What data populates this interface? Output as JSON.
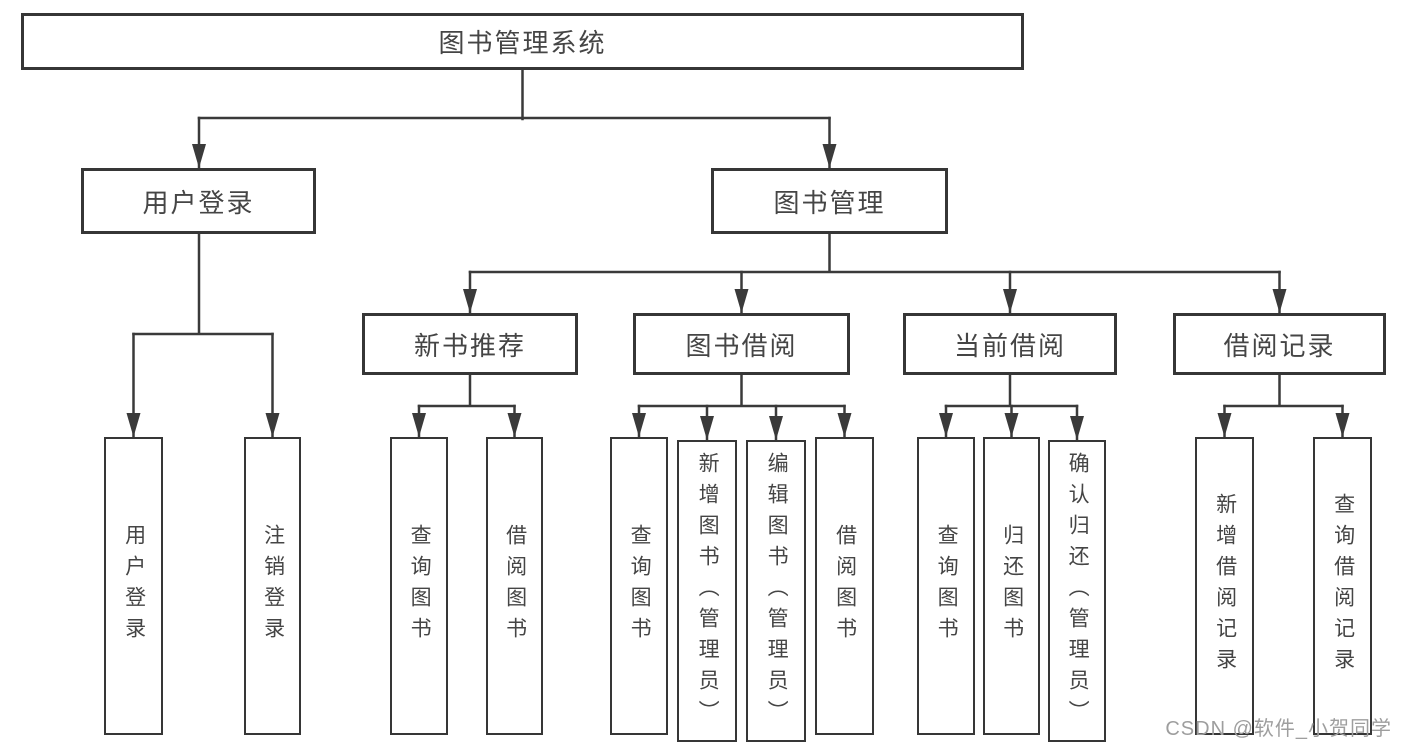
{
  "nodes": {
    "root": "图书管理系统",
    "level2": [
      "用户登录",
      "图书管理"
    ],
    "level3": [
      "新书推荐",
      "图书借阅",
      "当前借阅",
      "借阅记录"
    ],
    "leaves": {
      "user_login": [
        "用户登录",
        "注销登录"
      ],
      "new_book_recommend": [
        "查询图书",
        "借阅图书"
      ],
      "book_borrow": [
        "查询图书",
        "新增图书（管理员）",
        "编辑图书（管理员）",
        "借阅图书"
      ],
      "current_borrow": [
        "查询图书",
        "归还图书",
        "确认归还（管理员）"
      ],
      "borrow_record": [
        "新增借阅记录",
        "查询借阅记录"
      ]
    }
  },
  "watermark": "CSDN @软件_小贺同学",
  "colors": {
    "line": "#3a3a3a",
    "box-border": "#363636",
    "text": "#454545",
    "background": "#ffffff",
    "watermark": "#9e9e9e"
  }
}
